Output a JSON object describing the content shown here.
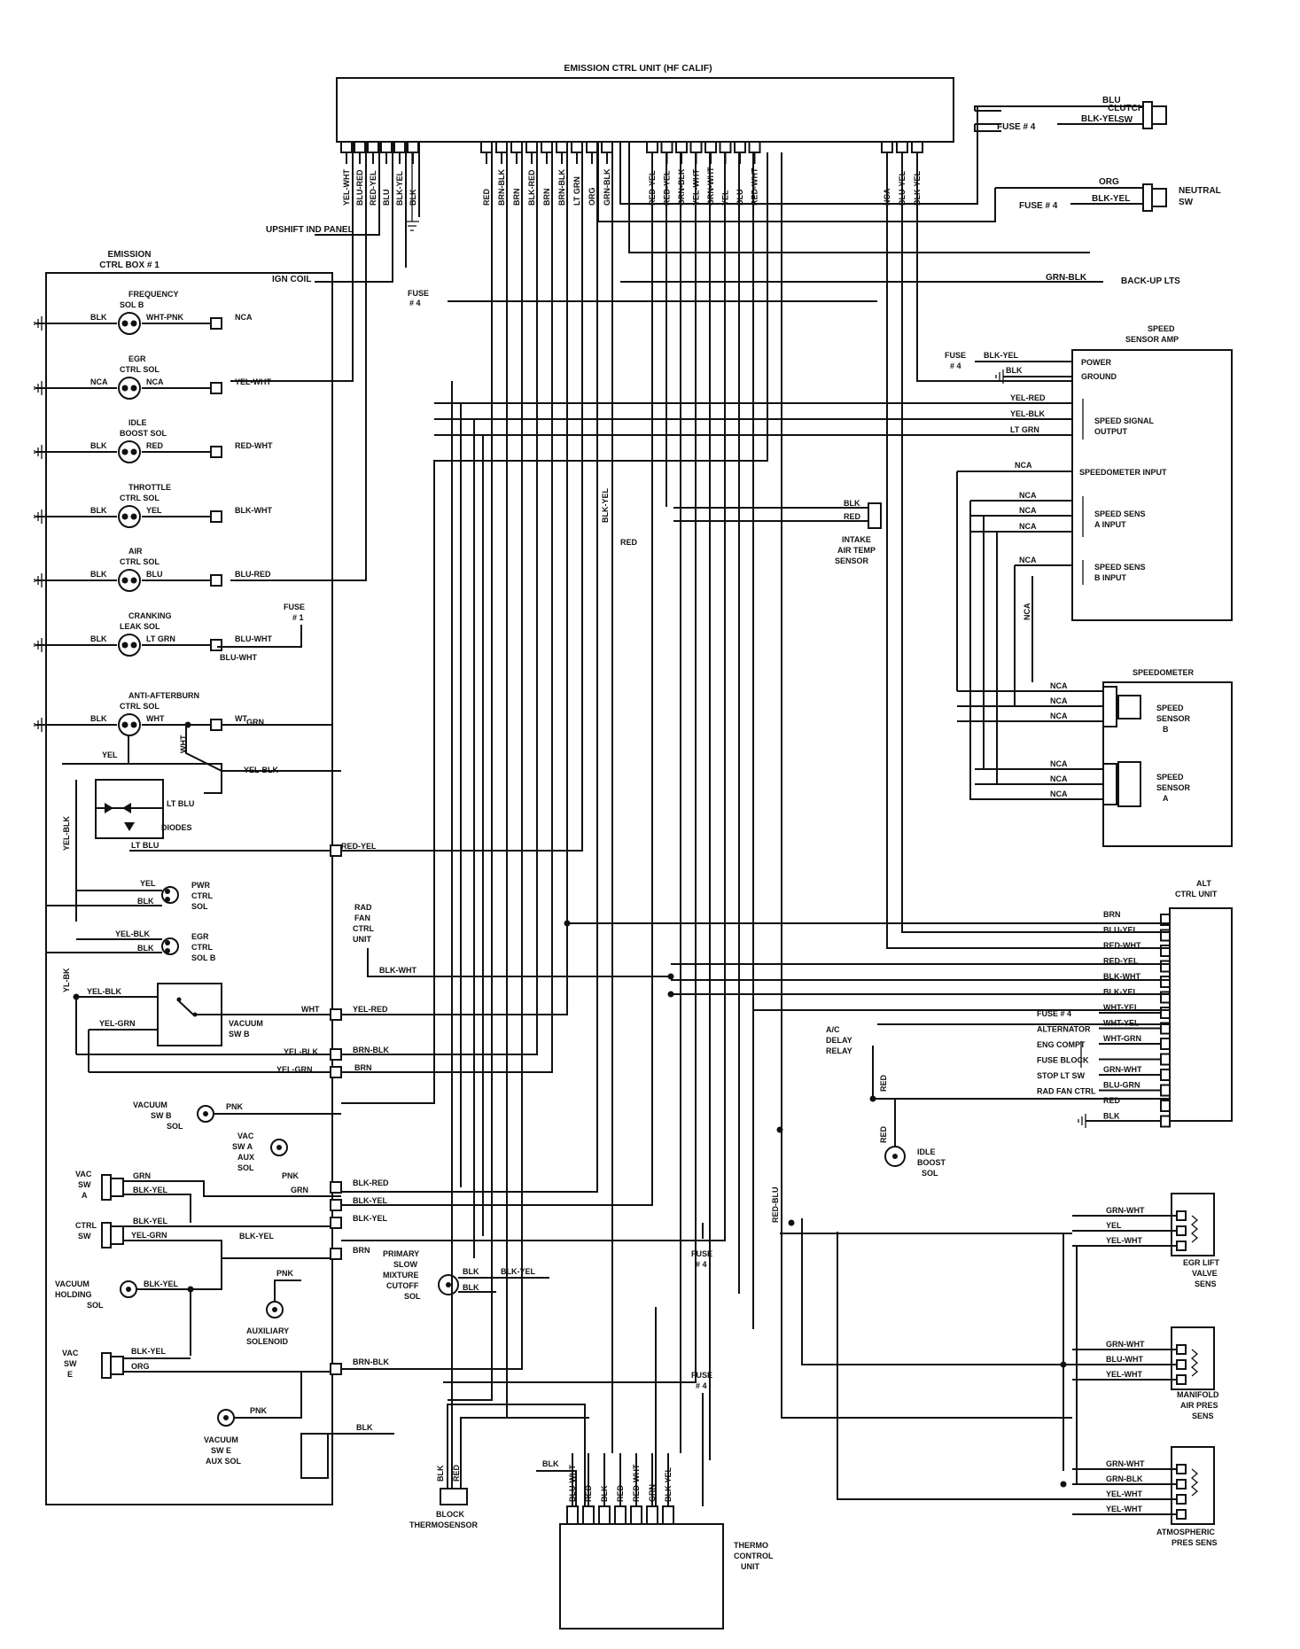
{
  "components": {
    "ecu": "EMISSION CTRL UNIT (HF CALIF)",
    "ecb_line1": "EMISSION",
    "ecb_line2": "CTRL BOX # 1",
    "clutch_sw": [
      "CLUTCH",
      "SW"
    ],
    "neutral_sw": [
      "NEUTRAL",
      "SW"
    ],
    "backup_lts": "BACK-UP LTS",
    "upshift": "UPSHIFT IND PANEL",
    "ign_coil": "IGN COIL",
    "speed_amp": [
      "SPEED",
      "SENSOR AMP"
    ],
    "intake": [
      "INTAKE",
      "AIR TEMP",
      "SENSOR"
    ],
    "speedometer": "SPEEDOMETER",
    "speed_sensor_b": [
      "SPEED",
      "SENSOR",
      "B"
    ],
    "speed_sensor_a": [
      "SPEED",
      "SENSOR",
      "A"
    ],
    "alt_ctrl": [
      "ALT",
      "CTRL UNIT"
    ],
    "ac_delay": [
      "A/C",
      "DELAY",
      "RELAY"
    ],
    "idle_boost_right": [
      "IDLE",
      "BOOST",
      "SOL"
    ],
    "egr_lift": [
      "EGR LIFT",
      "VALVE",
      "SENS"
    ],
    "manifold": [
      "MANIFOLD",
      "AIR PRES",
      "SENS"
    ],
    "atmospheric": [
      "ATMOSPHERIC",
      "PRES SENS"
    ],
    "thermo": [
      "THERMO",
      "CONTROL",
      "UNIT"
    ],
    "block_thermo": [
      "BLOCK",
      "THERMOSENSOR"
    ],
    "rad_fan": [
      "RAD",
      "FAN",
      "CTRL",
      "UNIT"
    ],
    "primary_slow": [
      "PRIMARY",
      "SLOW",
      "MIXTURE",
      "CUTOFF",
      "SOL"
    ],
    "diodes": "DIODES",
    "vac_sw_b": [
      "VACUUM",
      "SW B"
    ],
    "vac_sw_b_sol": [
      "VACUUM",
      "SW B",
      "SOL"
    ],
    "vac_sw_a_aux": [
      "VAC",
      "SW A",
      "AUX",
      "SOL"
    ],
    "vac_sw_a": [
      "VAC",
      "SW",
      "A"
    ],
    "ctrl_sw": [
      "CTRL",
      "SW"
    ],
    "vac_holding": [
      "VACUUM",
      "HOLDING",
      "SOL"
    ],
    "aux_solenoid": [
      "AUXILIARY",
      "SOLENOID"
    ],
    "vac_sw_e": [
      "VAC",
      "SW",
      "E"
    ],
    "vac_sw_e_aux": [
      "VACUUM",
      "SW E",
      "AUX SOL"
    ],
    "pwr_ctrl": [
      "PWR",
      "CTRL",
      "SOL"
    ],
    "egr_ctrl_b": [
      "EGR",
      "CTRL",
      "SOL B"
    ]
  },
  "solenoids": [
    {
      "name": [
        "FREQUENCY",
        "SOL B"
      ],
      "left": "BLK",
      "right": "WHT-PNK",
      "wire": "NCA"
    },
    {
      "name": [
        "EGR",
        "CTRL SOL"
      ],
      "left": "NCA",
      "right": "NCA",
      "wire": "YEL-WHT"
    },
    {
      "name": [
        "IDLE",
        "BOOST SOL"
      ],
      "left": "BLK",
      "right": "RED",
      "wire": "RED-WHT"
    },
    {
      "name": [
        "THROTTLE",
        "CTRL SOL"
      ],
      "left": "BLK",
      "right": "YEL",
      "wire": "BLK-WHT"
    },
    {
      "name": [
        "AIR",
        "CTRL SOL"
      ],
      "left": "BLK",
      "right": "BLU",
      "wire": "BLU-RED"
    },
    {
      "name": [
        "CRANKING",
        "LEAK SOL"
      ],
      "left": "BLK",
      "right": "LT GRN",
      "wire": "BLU-WHT"
    },
    {
      "name": [
        "ANTI-AFTERBURN",
        "CTRL SOL"
      ],
      "left": "BLK",
      "right": "WHT",
      "wire": "WT"
    }
  ],
  "ecu_wires_left": [
    "YEL-WHT",
    "BLU-RED",
    "RED-YEL",
    "BLU",
    "BLK-YEL",
    "BLK"
  ],
  "ecu_wires_mid": [
    "RED",
    "BRN-BLK",
    "BRN",
    "BLK-RED",
    "BRN",
    "BRN-BLK",
    "LT GRN",
    "ORG",
    "GRN-BLK"
  ],
  "ecu_wires_mid2": [
    "RED-YEL",
    "RED-YEL",
    "GRN-BLK",
    "YEL-WHT",
    "GRN-WHT",
    "YEL",
    "BLU",
    "RED-WHT"
  ],
  "ecu_wires_right": [
    "NCA",
    "BLU-YEL",
    "BLK-YEL"
  ],
  "fuse4": "FUSE # 4",
  "fuse1": [
    "FUSE",
    "# 1"
  ],
  "fuse_stack": [
    "FUSE",
    "# 4"
  ],
  "speed_amp_rows": {
    "fuse": [
      "FUSE",
      "# 4"
    ],
    "power_wire": "BLK-YEL",
    "power": "POWER",
    "ground_wire": "BLK",
    "ground": "GROUND",
    "sig_wires": [
      "YEL-RED",
      "YEL-BLK",
      "LT GRN"
    ],
    "sig_label": [
      "SPEED SIGNAL",
      "OUTPUT"
    ],
    "speedo_wire": "NCA",
    "speedo_input": "SPEEDOMETER INPUT",
    "a_wires": [
      "NCA",
      "NCA",
      "NCA"
    ],
    "a_label": [
      "SPEED SENS",
      "A INPUT"
    ],
    "b_wire": "NCA",
    "b_label": [
      "SPEED SENS",
      "B INPUT"
    ],
    "vert": "NCA"
  },
  "speedo_wires_b": [
    "NCA",
    "NCA",
    "NCA"
  ],
  "speedo_wires_a": [
    "NCA",
    "NCA",
    "NCA"
  ],
  "alt_rows": [
    {
      "side": "",
      "wire": "BRN"
    },
    {
      "side": "",
      "wire": "BLU-YEL"
    },
    {
      "side": "",
      "wire": "RED-WHT"
    },
    {
      "side": "",
      "wire": "RED-YEL"
    },
    {
      "side": "",
      "wire": "BLK-WHT"
    },
    {
      "side": "",
      "wire": "BLK-YEL"
    },
    {
      "side": "FUSE # 4",
      "wire": "WHT-YEL"
    },
    {
      "side": "ALTERNATOR",
      "wire": "WHT-YEL"
    },
    {
      "side": "ENG COMPT",
      "wire": "WHT-GRN"
    },
    {
      "side": "FUSE BLOCK",
      "wire": ""
    },
    {
      "side": "STOP LT SW",
      "wire": "GRN-WHT"
    },
    {
      "side": "RAD FAN CTRL",
      "wire": "BLU-GRN"
    },
    {
      "side": "",
      "wire": "RED"
    },
    {
      "side": "",
      "wire": "BLK"
    }
  ],
  "sens_egr": [
    "GRN-WHT",
    "YEL",
    "YEL-WHT"
  ],
  "sens_man": [
    "GRN-WHT",
    "BLU-WHT",
    "YEL-WHT"
  ],
  "sens_atm": [
    "GRN-WHT",
    "GRN-BLK",
    "YEL-WHT",
    "YEL-WHT"
  ],
  "thermo_wires": [
    "BLU-WHT",
    "RED",
    "BLK",
    "RED",
    "RED-WHT",
    "GRN",
    "BLK-YEL"
  ],
  "misc": {
    "blu": "BLU",
    "blk_yel": "BLK-YEL",
    "org": "ORG",
    "grn_blk": "GRN-BLK",
    "blk": "BLK",
    "red": "RED",
    "blk_yel_v": "BLK-YEL",
    "red_v": "RED",
    "red_blu": "RED-BLU",
    "yel": "YEL",
    "lt_blu": "LT BLU",
    "wht": "WHT",
    "grn": "GRN",
    "yel_blk": "YEL-BLK",
    "red_yel": "RED-YEL",
    "yel_grn": "YEL-GRN",
    "yel_red": "YEL-RED",
    "brn_blk": "BRN-BLK",
    "brn": "BRN",
    "pnk": "PNK",
    "blk_red": "BLK-RED",
    "blk_wht": "BLK-WHT",
    "yl_bk": "YL-BK",
    "blu_wht": "BLU-WHT"
  }
}
